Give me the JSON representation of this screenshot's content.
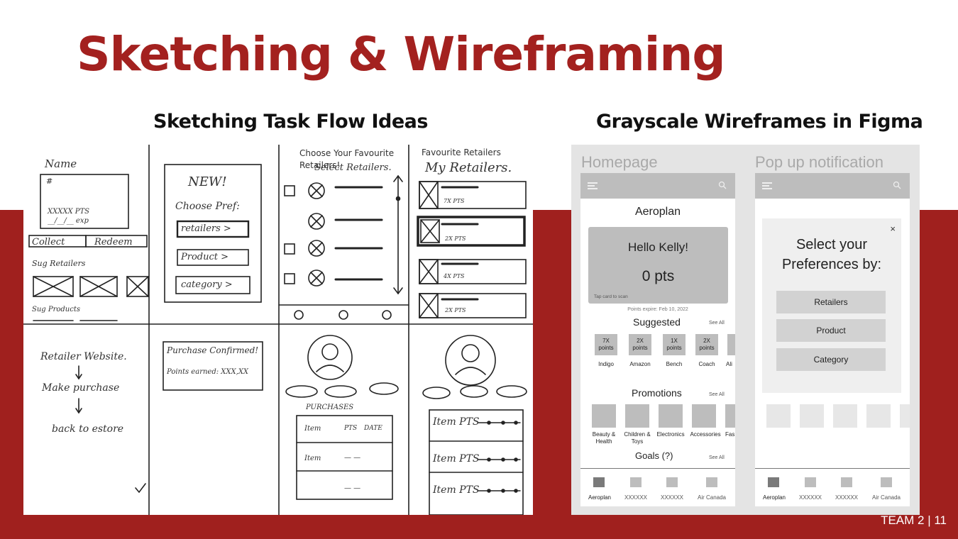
{
  "slide": {
    "title": "Sketching & Wireframing",
    "left_heading": "Sketching Task Flow Ideas",
    "right_heading": "Grayscale Wireframes in Figma",
    "footer": "TEAM 2 | 11"
  },
  "sketch": {
    "name": "Name",
    "card_hash": "#",
    "card_pts": "XXXXX PTS",
    "card_exp": "__/__/__ exp",
    "tab_collect": "Collect",
    "tab_redeem": "Redeem",
    "sug_retailers": "Sug Retailers",
    "sug_products": "Sug Products",
    "new": "NEW!",
    "choose_pref": "Choose Pref:",
    "retailers": "retailers >",
    "product": "Product >",
    "category": "category >",
    "choose_fav": "Choose Your Favourite Retailers!",
    "select_retailers": "Select Retailers.",
    "fav_retailers": "Favourite Retailers",
    "my_retailers": "My Retailers.",
    "pts_7": "7X PTS",
    "pts_2a": "2X PTS",
    "pts_4": "4X PTS",
    "pts_2b": "2X PTS",
    "flow_1": "Retailer Website.",
    "flow_2": "Make purchase",
    "flow_3": "back to estore",
    "purchase_confirmed": "Purchase Confirmed!",
    "points_earned": "Points earned: XXX,XX",
    "purchases": "PURCHASES",
    "col_item": "Item",
    "col_pts": "PTS",
    "col_date": "DATE",
    "row_item": "Item",
    "row_dash": "—  —",
    "hist_1": "Item PTS",
    "hist_2": "Item PTS",
    "hist_3": "Item PTS"
  },
  "wire_home": {
    "title": "Homepage",
    "brand": "Aeroplan",
    "hello": "Hello Kelly!",
    "points": "0 pts",
    "tap": "Tap card to scan",
    "expire": "Points expire: Feb 10, 2022",
    "suggested": "Suggested",
    "see_all_1": "See All",
    "tiles": [
      {
        "top": "7X",
        "bottom": "points",
        "label": "Indigo"
      },
      {
        "top": "2X",
        "bottom": "points",
        "label": "Amazon"
      },
      {
        "top": "1X",
        "bottom": "points",
        "label": "Bench"
      },
      {
        "top": "2X",
        "bottom": "points",
        "label": "Coach"
      },
      {
        "label": "Ali"
      }
    ],
    "promotions": "Promotions",
    "see_all_2": "See All",
    "promo_labels": [
      "Beauty & Health",
      "Children & Toys",
      "Electronics",
      "Accessories",
      "Fas"
    ],
    "goals": "Goals (?)",
    "see_all_3": "See All",
    "nav": [
      "Aeroplan",
      "XXXXXX",
      "XXXXXX",
      "Air Canada"
    ]
  },
  "wire_popup": {
    "title": "Pop up notification",
    "close": "×",
    "heading_1": "Select your",
    "heading_2": "Preferences by:",
    "options": [
      "Retailers",
      "Product",
      "Category"
    ],
    "nav": [
      "Aeroplan",
      "XXXXXX",
      "XXXXXX",
      "Air Canada"
    ]
  }
}
